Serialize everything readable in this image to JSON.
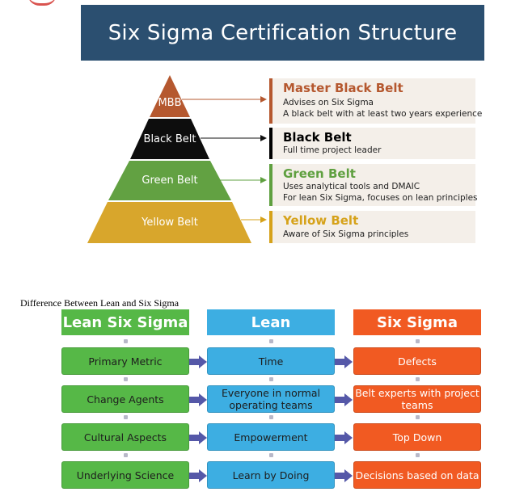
{
  "header": {
    "title": "Six Sigma Certification Structure"
  },
  "pyramid": {
    "tiers": [
      {
        "label": "MBB",
        "color": "#b5582f"
      },
      {
        "label": "Black Belt",
        "color": "#0d0d0d"
      },
      {
        "label": "Green Belt",
        "color": "#5f9e3c"
      },
      {
        "label": "Yellow Belt",
        "color": "#d4a52a"
      }
    ]
  },
  "cards": [
    {
      "title": "Master Black Belt",
      "color": "#b5582f",
      "desc1": "Advises on Six Sigma",
      "desc2": "A black belt with at least two years experience"
    },
    {
      "title": "Black Belt",
      "color": "#000000",
      "desc1": "Full time project leader",
      "desc2": ""
    },
    {
      "title": "Green Belt",
      "color": "#5fa040",
      "desc1": "Uses analytical tools and DMAIC",
      "desc2": "For lean Six Sigma, focuses on lean principles"
    },
    {
      "title": "Yellow Belt",
      "color": "#d6a21a",
      "desc1": "Aware of Six Sigma principles",
      "desc2": ""
    }
  ],
  "comparison": {
    "caption": "Difference Between Lean and Six Sigma",
    "headers": [
      "Lean Six Sigma",
      "Lean",
      "Six Sigma"
    ],
    "colors": {
      "green": "#56b847",
      "blue": "#3daee2",
      "orange": "#f15a22",
      "arrow": "#5558a8"
    },
    "rows": [
      [
        "Primary Metric",
        "Time",
        "Defects"
      ],
      [
        "Change Agents",
        "Everyone in normal operating teams",
        "Belt experts with project teams"
      ],
      [
        "Cultural Aspects",
        "Empowerment",
        "Top Down"
      ],
      [
        "Underlying Science",
        "Learn by Doing",
        "Decisions based on data"
      ]
    ]
  }
}
